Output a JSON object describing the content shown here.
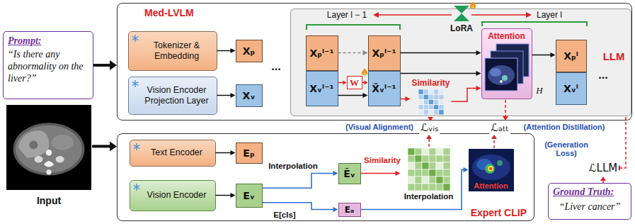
{
  "diagram": {
    "nodes": [
      {
        "text": [
          "Prompt:",
          "“Is there any abnormality on the liver?”"
        ]
      },
      {
        "text": [
          "Input"
        ]
      },
      {
        "text": [
          "Med-LVLM"
        ]
      },
      {
        "text": [
          "Tokenizer & Embedding"
        ],
        "in": 2
      },
      {
        "text": [
          "Vision Encoder Projection Layer"
        ],
        "in": 2
      },
      {
        "text": [
          "Xₚ"
        ],
        "in": 2
      },
      {
        "text": [
          "Xᵥ"
        ],
        "in": 2
      },
      {
        "text": [
          "LLM"
        ],
        "in": 2
      },
      {
        "text": [
          "Xₚˡ⁻¹"
        ],
        "in": 7
      },
      {
        "text": [
          "Xᵥˡ⁻¹"
        ],
        "in": 7
      },
      {
        "text": [
          "W"
        ],
        "in": 7
      },
      {
        "text": [
          "Xₚˡ⁻¹"
        ],
        "in": 7
      },
      {
        "text": [
          "X̃ᵥˡ⁻¹"
        ],
        "in": 7
      },
      {
        "text": [
          "Similarity"
        ],
        "in": 7
      },
      {
        "text": [
          "Attention"
        ],
        "in": 7
      },
      {
        "text": [
          "Xₚˡ"
        ],
        "in": 7
      },
      {
        "text": [
          "Xᵥˡ"
        ],
        "in": 7
      },
      {
        "text": [
          "Expert CLIP"
        ]
      },
      {
        "text": [
          "Text Encoder"
        ],
        "in": 17
      },
      {
        "text": [
          "Vision Encoder"
        ],
        "in": 17
      },
      {
        "text": [
          "Eₚ"
        ],
        "in": 17
      },
      {
        "text": [
          "Eᵥ"
        ],
        "in": 17
      },
      {
        "text": [
          "Ẽᵥ"
        ],
        "in": 17
      },
      {
        "text": [
          "Eₐ"
        ],
        "in": 17
      },
      {
        "text": [
          "Interpolation"
        ],
        "in": 17
      },
      {
        "text": [
          "Attention"
        ],
        "in": 17
      },
      {
        "text": [
          "Ground Truth:",
          "“Liver cancer”"
        ]
      }
    ],
    "edges": [
      {
        "from": 0,
        "to": 2,
        "arrow": "to"
      },
      {
        "from": 1,
        "to": 17,
        "arrow": "to"
      },
      {
        "from": 3,
        "to": 5,
        "arrow": "to"
      },
      {
        "from": 4,
        "to": 6,
        "arrow": "to"
      },
      {
        "from": 8,
        "to": 11,
        "arrow": "to"
      },
      {
        "from": 9,
        "to": 12,
        "arrow": "to"
      },
      {
        "from": 9,
        "to": 10,
        "arrow": "to"
      },
      {
        "from": 10,
        "to": 12,
        "arrow": "to"
      },
      {
        "from": 12,
        "to": 13,
        "arrow": "to"
      },
      {
        "from": 11,
        "to": 14,
        "arrow": "to"
      },
      {
        "from": 12,
        "to": 14,
        "arrow": "to"
      },
      {
        "from": 13,
        "to": 14,
        "arrow": "to"
      },
      {
        "from": 14,
        "to": 15,
        "arrow": "to"
      },
      {
        "from": 18,
        "to": 20,
        "arrow": "to"
      },
      {
        "from": 19,
        "to": 21,
        "arrow": "to"
      },
      {
        "from": 21,
        "to": 22,
        "label": "Interpolation",
        "arrow": "to"
      },
      {
        "from": 21,
        "to": 23,
        "label": "E[cls]",
        "arrow": "to"
      },
      {
        "from": 22,
        "to": 24,
        "label": "Similarity",
        "arrow": "to"
      },
      {
        "from": 23,
        "to": 25,
        "arrow": "to"
      }
    ],
    "labels": [
      "Layer l − 1",
      "LoRA",
      "Layer l",
      "H",
      "...",
      "...",
      "(Visual Alignment)",
      "ℒᵥᵢₛ",
      "ℒₐₜₜ",
      "(Attention Distillation)",
      "(Generation Loss)",
      "ℒLLM"
    ]
  }
}
